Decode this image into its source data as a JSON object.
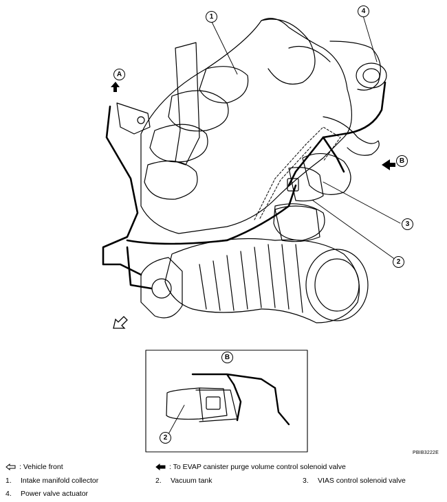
{
  "callouts": {
    "c1": "1",
    "c2": "2",
    "c3": "3",
    "c4": "4",
    "view_a": "A",
    "view_b": "B",
    "inset_b": "B",
    "inset_2": "2"
  },
  "figure_code": "PBIB3222E",
  "legend": {
    "vehicle_front": ": Vehicle front",
    "evap_direction": ": To EVAP canister purge volume control solenoid valve",
    "items": [
      {
        "num": "1.",
        "label": "Intake manifold collector"
      },
      {
        "num": "2.",
        "label": "Vacuum tank"
      },
      {
        "num": "3.",
        "label": "VIAS control solenoid valve"
      },
      {
        "num": "4.",
        "label": "Power valve actuator"
      }
    ]
  },
  "icons": {
    "vehicle_front": "hollow-arrow-left-icon",
    "evap_direction": "solid-arrow-left-icon"
  }
}
